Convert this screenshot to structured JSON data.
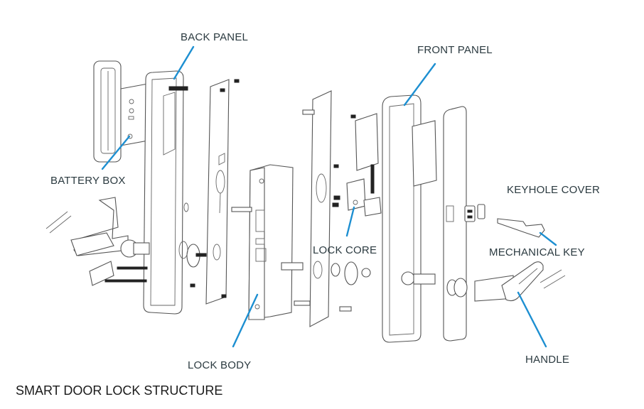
{
  "title": "SMART DOOR LOCK STRUCTURE",
  "accent_color": "#1d8fd1",
  "labels": {
    "back_panel": "BACK PANEL",
    "front_panel": "FRONT PANEL",
    "battery_box": "BATTERY BOX",
    "keyhole_cover": "KEYHOLE COVER",
    "mechanical_key": "MECHANICAL KEY",
    "lock_core": "LOCK CORE",
    "lock_body": "LOCK BODY",
    "handle": "HANDLE"
  }
}
